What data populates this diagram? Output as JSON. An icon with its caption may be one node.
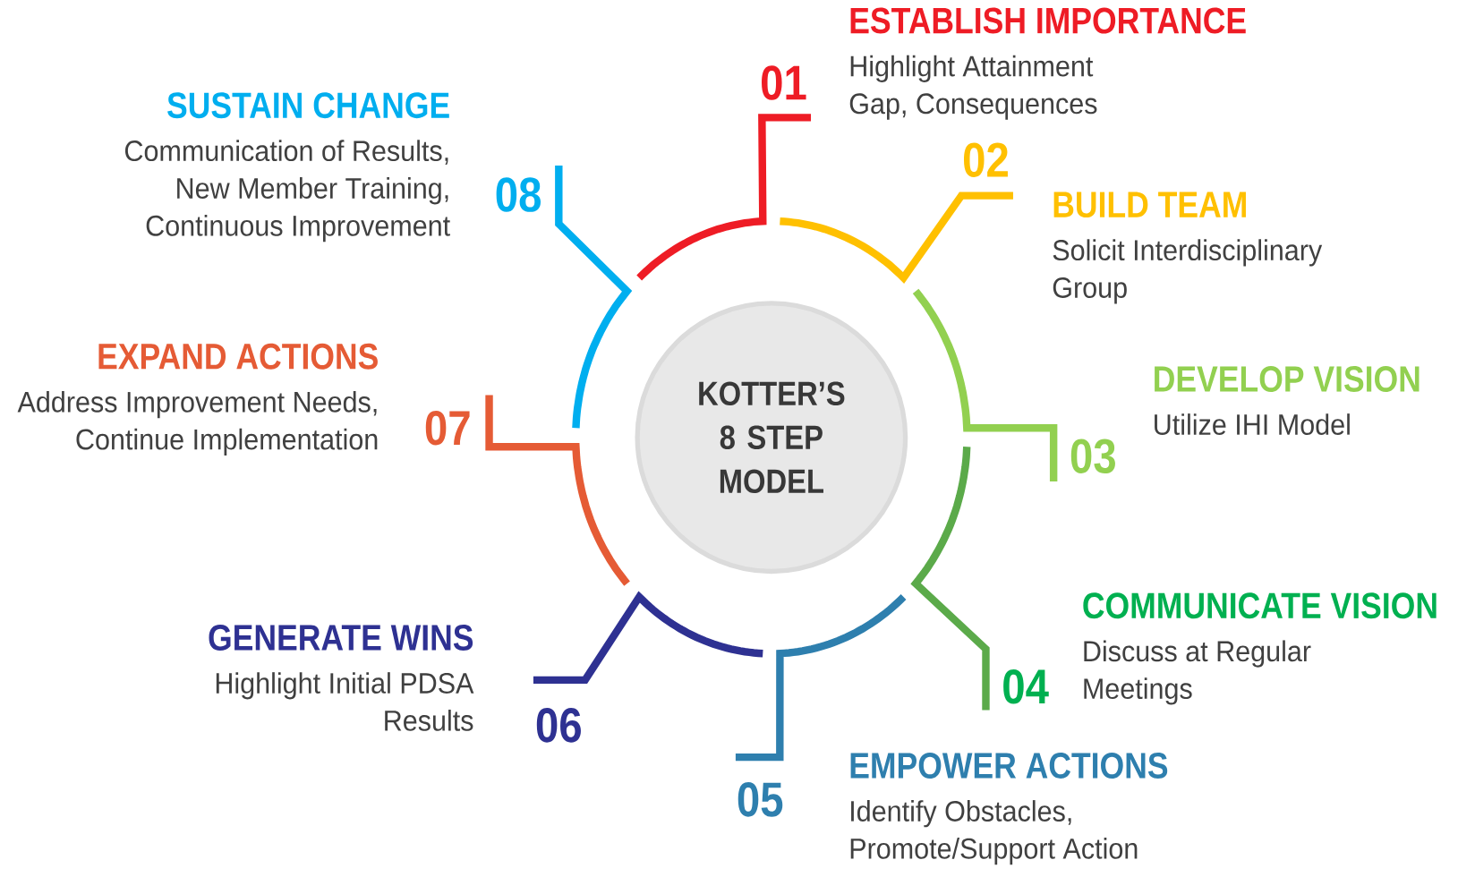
{
  "diagram": {
    "nodes": [
      {
        "text": [
          "KOTTER’S 8 STEP MODEL"
        ]
      },
      {
        "text": [
          "ESTABLISH IMPORTANCE",
          "Highlight Attainment Gap, Consequences"
        ],
        "beside": [
          "01"
        ]
      },
      {
        "text": [
          "BUILD TEAM",
          "Solicit Interdisciplinary Group"
        ],
        "beside": [
          "02"
        ]
      },
      {
        "text": [
          "DEVELOP VISION",
          "Utilize IHI Model"
        ],
        "beside": [
          "03"
        ]
      },
      {
        "text": [
          "COMMUNICATE VISION",
          "Discuss at Regular Meetings"
        ],
        "beside": [
          "04"
        ]
      },
      {
        "text": [
          "EMPOWER ACTIONS",
          "Identify Obstacles, Promote/Support Action"
        ],
        "beside": [
          "05"
        ]
      },
      {
        "text": [
          "GENERATE WINS",
          "Highlight Initial PDSA Results"
        ],
        "beside": [
          "06"
        ]
      },
      {
        "text": [
          "EXPAND ACTIONS",
          "Address Improvement Needs, Continue Implementation"
        ],
        "beside": [
          "07"
        ]
      },
      {
        "text": [
          "SUSTAIN CHANGE",
          "Communication of Results, New Member Training, Continuous Improvement"
        ],
        "beside": [
          "08"
        ]
      }
    ]
  }
}
